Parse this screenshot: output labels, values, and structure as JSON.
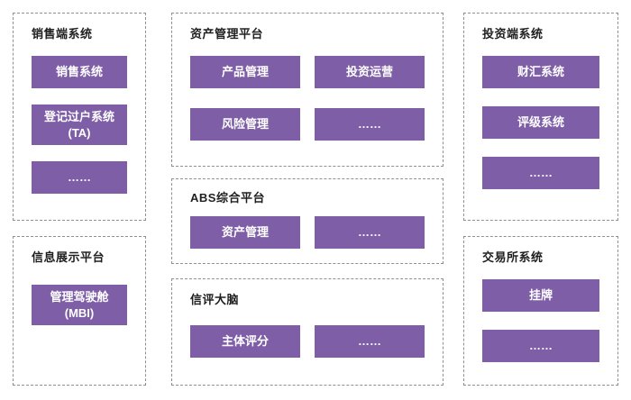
{
  "colors": {
    "block_bg": "#7d5ea7",
    "block_text": "#ffffff",
    "title_text": "#1f1f1f",
    "border": "#8f8f8f",
    "canvas_bg": "#ffffff"
  },
  "groups": [
    {
      "title": "销售端系统",
      "blocks": [
        {
          "label": "销售系统"
        },
        {
          "label": "登记过户系统",
          "label2": "(TA)"
        },
        {
          "label": "……"
        }
      ]
    },
    {
      "title": "资产管理平台",
      "blocks": [
        {
          "label": "产品管理"
        },
        {
          "label": "投资运营"
        },
        {
          "label": "风险管理"
        },
        {
          "label": "……"
        }
      ]
    },
    {
      "title": "投资端系统",
      "blocks": [
        {
          "label": "财汇系统"
        },
        {
          "label": "评级系统"
        },
        {
          "label": "……"
        }
      ]
    },
    {
      "title": "ABS综合平台",
      "blocks": [
        {
          "label": "资产管理"
        },
        {
          "label": "……"
        }
      ]
    },
    {
      "title": "信息展示平台",
      "blocks": [
        {
          "label": "管理驾驶舱",
          "label2": "(MBI)"
        }
      ]
    },
    {
      "title": "信评大脑",
      "blocks": [
        {
          "label": "主体评分"
        },
        {
          "label": "……"
        }
      ]
    },
    {
      "title": "交易所系统",
      "blocks": [
        {
          "label": "挂牌"
        },
        {
          "label": "……"
        }
      ]
    }
  ]
}
